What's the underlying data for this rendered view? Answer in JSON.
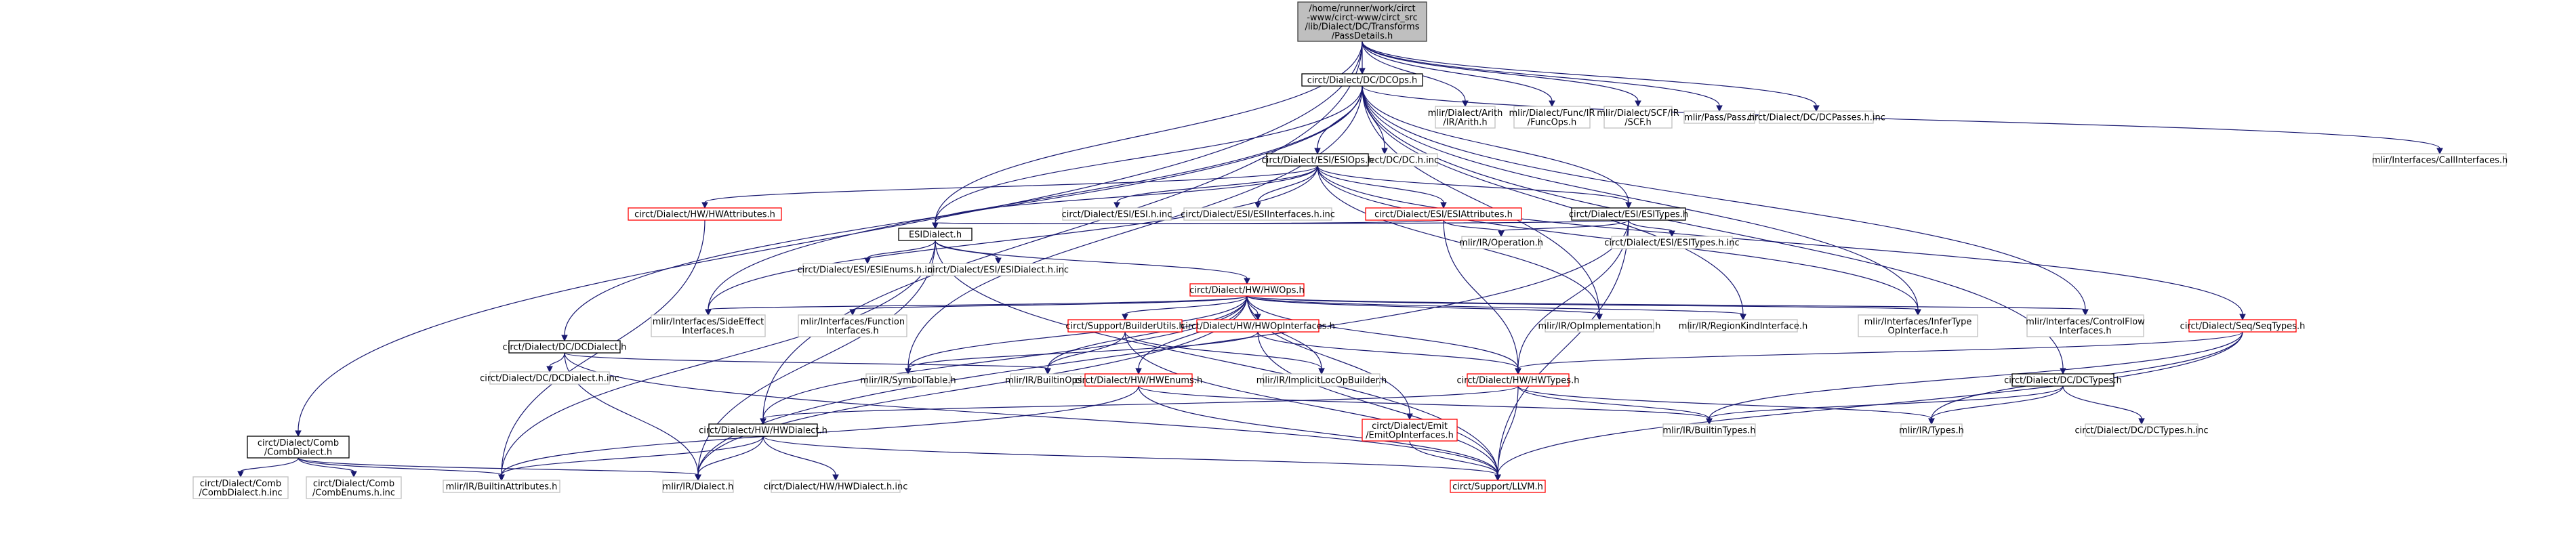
{
  "diagram": {
    "kind": "include-dependency-graph",
    "colors": {
      "root_fill": "#bfbfbf",
      "root_border": "#404040",
      "documented_border": "#000000",
      "undocumented_border": "#bfbfbf",
      "truncated_border": "#ff0000",
      "edge": "#191970"
    },
    "nodes": [
      {
        "id": "root",
        "lines": [
          "/home/runner/work/circt",
          "-www/circt-www/circt_src",
          "/lib/Dialect/DC/Transforms",
          "/PassDetails.h"
        ],
        "style": "root"
      },
      {
        "id": "dcops",
        "lines": [
          "circt/Dialect/DC/DCOps.h"
        ],
        "style": "documented"
      },
      {
        "id": "arith",
        "lines": [
          "mlir/Dialect/Arith",
          "/IR/Arith.h"
        ],
        "style": "undocumented"
      },
      {
        "id": "func",
        "lines": [
          "mlir/Dialect/Func/IR",
          "/FuncOps.h"
        ],
        "style": "undocumented"
      },
      {
        "id": "scf",
        "lines": [
          "mlir/Dialect/SCF/IR",
          "/SCF.h"
        ],
        "style": "undocumented"
      },
      {
        "id": "pass",
        "lines": [
          "mlir/Pass/Pass.h"
        ],
        "style": "undocumented"
      },
      {
        "id": "dcpasses",
        "lines": [
          "circt/Dialect/DC/DCPasses.h.inc"
        ],
        "style": "undocumented"
      },
      {
        "id": "combdialect",
        "lines": [
          "circt/Dialect/Comb",
          "/CombDialect.h"
        ],
        "style": "documented"
      },
      {
        "id": "dcinc",
        "lines": [
          "circt/Dialect/DC/DC.h.inc"
        ],
        "style": "undocumented"
      },
      {
        "id": "esiops",
        "lines": [
          "circt/Dialect/ESI/ESIOps.h"
        ],
        "style": "documented"
      },
      {
        "id": "callif",
        "lines": [
          "mlir/Interfaces/CallInterfaces.h"
        ],
        "style": "undocumented"
      },
      {
        "id": "hwattr",
        "lines": [
          "circt/Dialect/HW/HWAttributes.h"
        ],
        "style": "truncated"
      },
      {
        "id": "esiinc",
        "lines": [
          "circt/Dialect/ESI/ESI.h.inc"
        ],
        "style": "undocumented"
      },
      {
        "id": "esiifinc",
        "lines": [
          "circt/Dialect/ESI/ESIInterfaces.h.inc"
        ],
        "style": "undocumented"
      },
      {
        "id": "esiattr",
        "lines": [
          "circt/Dialect/ESI/ESIAttributes.h"
        ],
        "style": "truncated"
      },
      {
        "id": "esitypes",
        "lines": [
          "circt/Dialect/ESI/ESITypes.h"
        ],
        "style": "documented"
      },
      {
        "id": "esidialect",
        "lines": [
          "ESIDialect.h"
        ],
        "style": "documented"
      },
      {
        "id": "irop",
        "lines": [
          "mlir/IR/Operation.h"
        ],
        "style": "undocumented"
      },
      {
        "id": "esitypesinc",
        "lines": [
          "circt/Dialect/ESI/ESITypes.h.inc"
        ],
        "style": "undocumented"
      },
      {
        "id": "esienums",
        "lines": [
          "circt/Dialect/ESI/ESIEnums.h.inc"
        ],
        "style": "undocumented"
      },
      {
        "id": "esidialectinc",
        "lines": [
          "circt/Dialect/ESI/ESIDialect.h.inc"
        ],
        "style": "undocumented"
      },
      {
        "id": "hwops",
        "lines": [
          "circt/Dialect/HW/HWOps.h"
        ],
        "style": "truncated"
      },
      {
        "id": "sideeffect",
        "lines": [
          "mlir/Interfaces/SideEffect",
          "Interfaces.h"
        ],
        "style": "undocumented"
      },
      {
        "id": "funcif",
        "lines": [
          "mlir/Interfaces/Function",
          "Interfaces.h"
        ],
        "style": "undocumented"
      },
      {
        "id": "builderutils",
        "lines": [
          "circt/Support/BuilderUtils.h"
        ],
        "style": "truncated"
      },
      {
        "id": "hwopif",
        "lines": [
          "circt/Dialect/HW/HWOpInterfaces.h"
        ],
        "style": "truncated"
      },
      {
        "id": "opimpl",
        "lines": [
          "mlir/IR/OpImplementation.h"
        ],
        "style": "undocumented"
      },
      {
        "id": "regionkind",
        "lines": [
          "mlir/IR/RegionKindInterface.h"
        ],
        "style": "undocumented"
      },
      {
        "id": "infertype",
        "lines": [
          "mlir/Interfaces/InferType",
          "OpInterface.h"
        ],
        "style": "undocumented"
      },
      {
        "id": "controlflow",
        "lines": [
          "mlir/Interfaces/ControlFlow",
          "Interfaces.h"
        ],
        "style": "undocumented"
      },
      {
        "id": "seqtypes",
        "lines": [
          "circt/Dialect/Seq/SeqTypes.h"
        ],
        "style": "truncated"
      },
      {
        "id": "dcdialect",
        "lines": [
          "circt/Dialect/DC/DCDialect.h"
        ],
        "style": "documented"
      },
      {
        "id": "dcdialectinc",
        "lines": [
          "circt/Dialect/DC/DCDialect.h.inc"
        ],
        "style": "undocumented"
      },
      {
        "id": "symtable",
        "lines": [
          "mlir/IR/SymbolTable.h"
        ],
        "style": "undocumented"
      },
      {
        "id": "builtinops",
        "lines": [
          "mlir/IR/BuiltinOps.h"
        ],
        "style": "undocumented"
      },
      {
        "id": "hwenums",
        "lines": [
          "circt/Dialect/HW/HWEnums.h"
        ],
        "style": "truncated"
      },
      {
        "id": "implicitloc",
        "lines": [
          "mlir/IR/ImplicitLocOpBuilder.h"
        ],
        "style": "undocumented"
      },
      {
        "id": "hwtypes",
        "lines": [
          "circt/Dialect/HW/HWTypes.h"
        ],
        "style": "truncated"
      },
      {
        "id": "dctypes",
        "lines": [
          "circt/Dialect/DC/DCTypes.h"
        ],
        "style": "documented"
      },
      {
        "id": "emitif",
        "lines": [
          "circt/Dialect/Emit",
          "/EmitOpInterfaces.h"
        ],
        "style": "truncated"
      },
      {
        "id": "hwdialect",
        "lines": [
          "circt/Dialect/HW/HWDialect.h"
        ],
        "style": "documented"
      },
      {
        "id": "builtintypes",
        "lines": [
          "mlir/IR/BuiltinTypes.h"
        ],
        "style": "undocumented"
      },
      {
        "id": "irtypes",
        "lines": [
          "mlir/IR/Types.h"
        ],
        "style": "undocumented"
      },
      {
        "id": "dctypesinc",
        "lines": [
          "circt/Dialect/DC/DCTypes.h.inc"
        ],
        "style": "undocumented"
      },
      {
        "id": "combdialectinc",
        "lines": [
          "circt/Dialect/Comb",
          "/CombDialect.h.inc"
        ],
        "style": "undocumented"
      },
      {
        "id": "combenums",
        "lines": [
          "circt/Dialect/Comb",
          "/CombEnums.h.inc"
        ],
        "style": "undocumented"
      },
      {
        "id": "builtinattr",
        "lines": [
          "mlir/IR/BuiltinAttributes.h"
        ],
        "style": "undocumented"
      },
      {
        "id": "irdialect",
        "lines": [
          "mlir/IR/Dialect.h"
        ],
        "style": "undocumented"
      },
      {
        "id": "hwdialectinc",
        "lines": [
          "circt/Dialect/HW/HWDialect.h.inc"
        ],
        "style": "undocumented"
      },
      {
        "id": "llvm",
        "lines": [
          "circt/Support/LLVM.h"
        ],
        "style": "truncated"
      }
    ],
    "edges": [
      [
        "root",
        "dcops"
      ],
      [
        "root",
        "arith"
      ],
      [
        "root",
        "func"
      ],
      [
        "root",
        "scf"
      ],
      [
        "root",
        "pass"
      ],
      [
        "root",
        "dcpasses"
      ],
      [
        "root",
        "combdialect"
      ],
      [
        "root",
        "esidialect"
      ],
      [
        "root",
        "hwdialect"
      ],
      [
        "dcops",
        "dcinc"
      ],
      [
        "dcops",
        "esiops"
      ],
      [
        "dcops",
        "callif"
      ],
      [
        "dcops",
        "esitypes"
      ],
      [
        "dcops",
        "esidialect"
      ],
      [
        "dcops",
        "dcdialect"
      ],
      [
        "dcops",
        "dctypes"
      ],
      [
        "dcops",
        "opimpl"
      ],
      [
        "dcops",
        "regionkind"
      ],
      [
        "dcops",
        "infertype"
      ],
      [
        "dcops",
        "controlflow"
      ],
      [
        "dcops",
        "sideeffect"
      ],
      [
        "dcops",
        "symtable"
      ],
      [
        "esiops",
        "esiinc"
      ],
      [
        "esiops",
        "esiifinc"
      ],
      [
        "esiops",
        "esiattr"
      ],
      [
        "esiops",
        "esitypes"
      ],
      [
        "esiops",
        "esidialect"
      ],
      [
        "esiops",
        "hwattr"
      ],
      [
        "esiops",
        "seqtypes"
      ],
      [
        "esiops",
        "opimpl"
      ],
      [
        "esiops",
        "infertype"
      ],
      [
        "esiops",
        "sideeffect"
      ],
      [
        "esiattr",
        "esidialect"
      ],
      [
        "esiattr",
        "irop"
      ],
      [
        "esiattr",
        "hwtypes"
      ],
      [
        "esitypes",
        "esidialect"
      ],
      [
        "esitypes",
        "irop"
      ],
      [
        "esitypes",
        "esitypesinc"
      ],
      [
        "esitypes",
        "hwtypes"
      ],
      [
        "esitypes",
        "llvm"
      ],
      [
        "esitypes",
        "irdialect"
      ],
      [
        "esidialect",
        "esienums"
      ],
      [
        "esidialect",
        "esidialectinc"
      ],
      [
        "esidialect",
        "hwops"
      ],
      [
        "esidialect",
        "builtinattr"
      ],
      [
        "esidialect",
        "irdialect"
      ],
      [
        "esidialect",
        "llvm"
      ],
      [
        "hwattr",
        "builtinattr"
      ],
      [
        "hwops",
        "sideeffect"
      ],
      [
        "hwops",
        "funcif"
      ],
      [
        "hwops",
        "builderutils"
      ],
      [
        "hwops",
        "hwopif"
      ],
      [
        "hwops",
        "opimpl"
      ],
      [
        "hwops",
        "regionkind"
      ],
      [
        "hwops",
        "infertype"
      ],
      [
        "hwops",
        "controlflow"
      ],
      [
        "hwops",
        "hwenums"
      ],
      [
        "hwops",
        "hwtypes"
      ],
      [
        "hwops",
        "hwdialect"
      ],
      [
        "hwops",
        "emitif"
      ],
      [
        "hwops",
        "symtable"
      ],
      [
        "hwops",
        "builtinops"
      ],
      [
        "hwops",
        "implicitloc"
      ],
      [
        "hwops",
        "irdialect"
      ],
      [
        "builderutils",
        "builtinops"
      ],
      [
        "builderutils",
        "implicitloc"
      ],
      [
        "builderutils",
        "llvm"
      ],
      [
        "hwopif",
        "hwtypes"
      ],
      [
        "hwopif",
        "symtable"
      ],
      [
        "hwopif",
        "llvm"
      ],
      [
        "seqtypes",
        "hwtypes"
      ],
      [
        "seqtypes",
        "builtintypes"
      ],
      [
        "seqtypes",
        "irtypes"
      ],
      [
        "seqtypes",
        "llvm"
      ],
      [
        "dcdialect",
        "dcdialectinc"
      ],
      [
        "dcdialect",
        "builtinops"
      ],
      [
        "dcdialect",
        "irdialect"
      ],
      [
        "dcdialect",
        "llvm"
      ],
      [
        "hwenums",
        "builtinattr"
      ],
      [
        "hwenums",
        "builtintypes"
      ],
      [
        "hwenums",
        "llvm"
      ],
      [
        "hwtypes",
        "builtintypes"
      ],
      [
        "hwtypes",
        "irtypes"
      ],
      [
        "hwtypes",
        "hwdialect"
      ],
      [
        "hwtypes",
        "llvm"
      ],
      [
        "dctypes",
        "builtintypes"
      ],
      [
        "dctypes",
        "irtypes"
      ],
      [
        "dctypes",
        "dctypesinc"
      ],
      [
        "emitif",
        "llvm"
      ],
      [
        "hwdialect",
        "hwdialectinc"
      ],
      [
        "hwdialect",
        "builtinattr"
      ],
      [
        "hwdialect",
        "irdialect"
      ],
      [
        "hwdialect",
        "llvm"
      ],
      [
        "combdialect",
        "combdialectinc"
      ],
      [
        "combdialect",
        "combenums"
      ],
      [
        "combdialect",
        "builtinattr"
      ],
      [
        "combdialect",
        "irdialect"
      ]
    ]
  }
}
